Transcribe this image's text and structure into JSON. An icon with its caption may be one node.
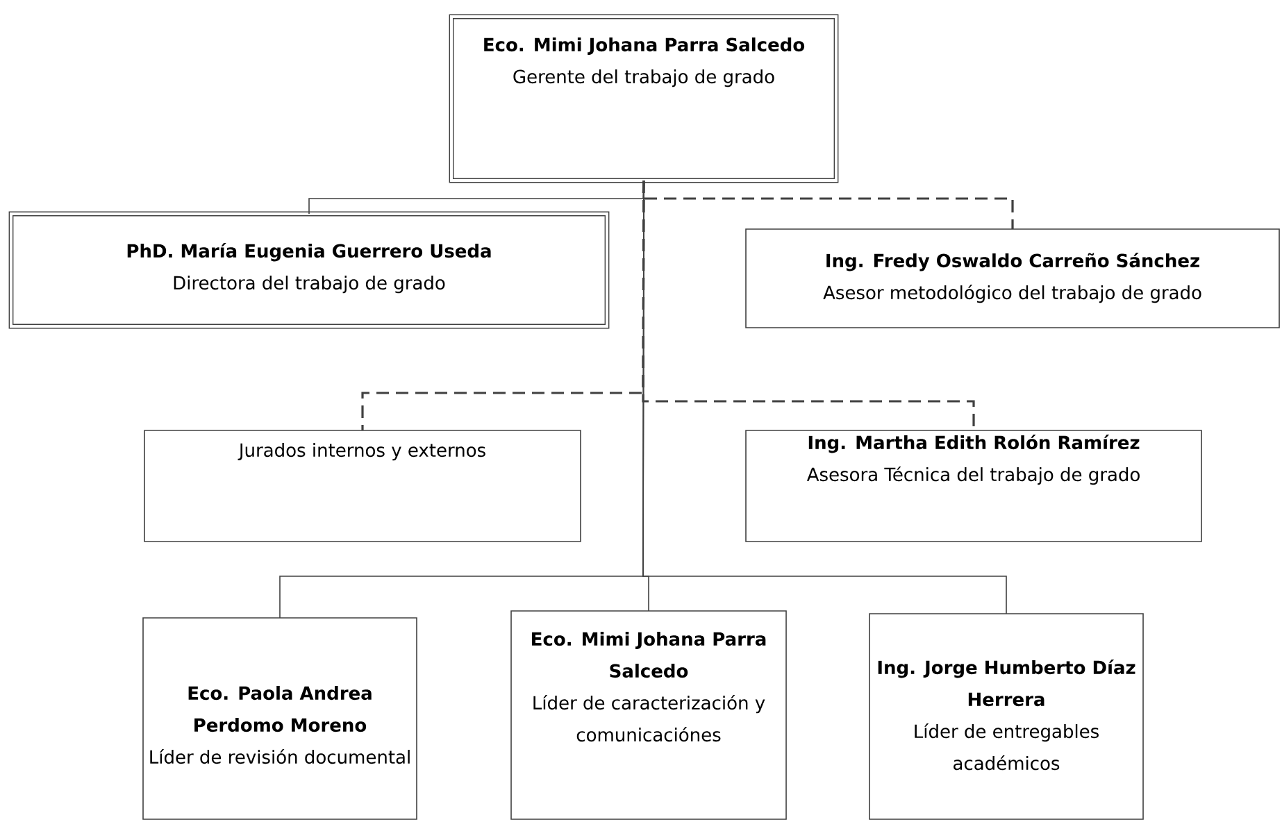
{
  "diagram": {
    "nodes": [
      {
        "text": [
          "Eco. Mimi Johana Parra Salcedo",
          "Gerente del trabajo de grado"
        ]
      },
      {
        "text": [
          "PhD. María Eugenia Guerrero Useda",
          "Directora del trabajo de grado"
        ]
      },
      {
        "text": [
          "Ing. Fredy Oswaldo Carreño Sánchez",
          "Asesor metodológico del trabajo de grado"
        ]
      },
      {
        "text": [
          "Jurados internos y externos"
        ]
      },
      {
        "text": [
          "Ing. Martha Edith Rolón Ramírez",
          "Asesora Técnica del trabajo de grado"
        ]
      },
      {
        "text": [
          "Eco. Paola Andrea Perdomo Moreno",
          "Líder de revisión documental"
        ]
      },
      {
        "text": [
          "Eco. Mimi Johana Parra Salcedo",
          "Líder de caracterización y comunicaciónes"
        ]
      },
      {
        "text": [
          "Ing. Jorge Humberto Díaz Herrera",
          "Líder de entregables académicos"
        ]
      }
    ],
    "edges": [
      {
        "from": 0,
        "to": 1,
        "arrow": "none"
      },
      {
        "from": 0,
        "to": 2,
        "arrow": "none",
        "style": "dashed"
      },
      {
        "from": 0,
        "to": 3,
        "arrow": "none",
        "style": "dashed"
      },
      {
        "from": 0,
        "to": 4,
        "arrow": "none",
        "style": "dashed"
      },
      {
        "from": 0,
        "to": 5,
        "arrow": "none"
      },
      {
        "from": 0,
        "to": 6,
        "arrow": "none"
      },
      {
        "from": 0,
        "to": 7,
        "arrow": "none"
      }
    ]
  }
}
